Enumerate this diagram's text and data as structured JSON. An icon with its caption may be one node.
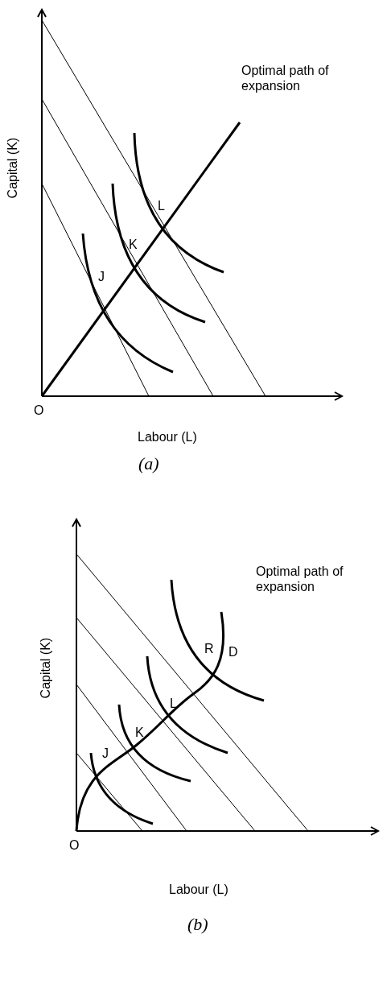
{
  "diagram": {
    "labels": [
      "Optimal path of expansion",
      "L",
      "K",
      "J",
      "Capital (K)",
      "O",
      "Labour (L)",
      "(a)",
      "Optimal path of expansion",
      "D",
      "R",
      "L",
      "K",
      "J",
      "Capital (K)",
      "O",
      "Labour (L)",
      "(b)"
    ]
  }
}
